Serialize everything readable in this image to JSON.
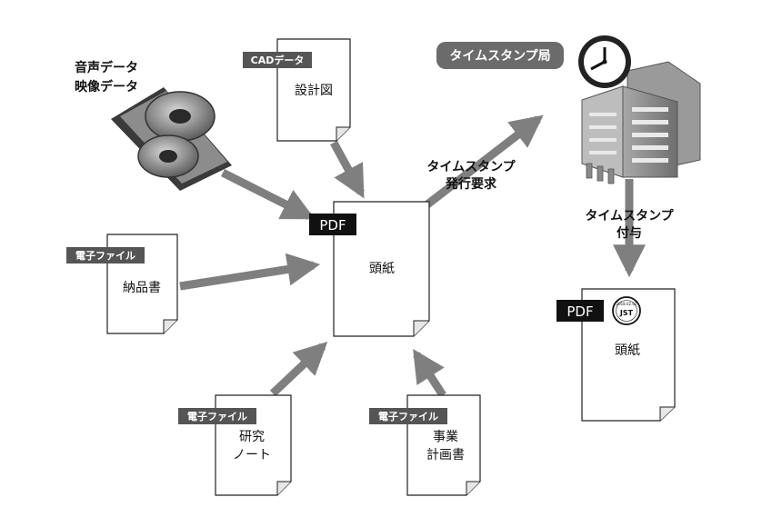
{
  "media": {
    "line1": "音声データ",
    "line2": "映像データ"
  },
  "cad": {
    "tag": "CADデータ",
    "title": "設計図"
  },
  "center": {
    "pdf": "PDF",
    "title": "頭紙"
  },
  "invoice": {
    "tag": "電子ファイル",
    "title": "納品書"
  },
  "research": {
    "tag": "電子ファイル",
    "line1": "研究",
    "line2": "ノート"
  },
  "plan": {
    "tag": "電子ファイル",
    "line1": "事業",
    "line2": "計画書"
  },
  "request": {
    "line1": "タイムスタンプ",
    "line2": "発行要求"
  },
  "tsa": {
    "label": "タイムスタンプ局"
  },
  "grant": {
    "line1": "タイムスタンプ",
    "line2": "付与"
  },
  "result": {
    "pdf": "PDF",
    "seal_date": "2018.02.02",
    "seal_tz": "JST",
    "title": "頭紙"
  },
  "colors": {
    "arrow": "#7f7f7f",
    "tag": "#555555",
    "pdf_tag": "#111111",
    "tsa_badge": "#6b6b6b"
  }
}
